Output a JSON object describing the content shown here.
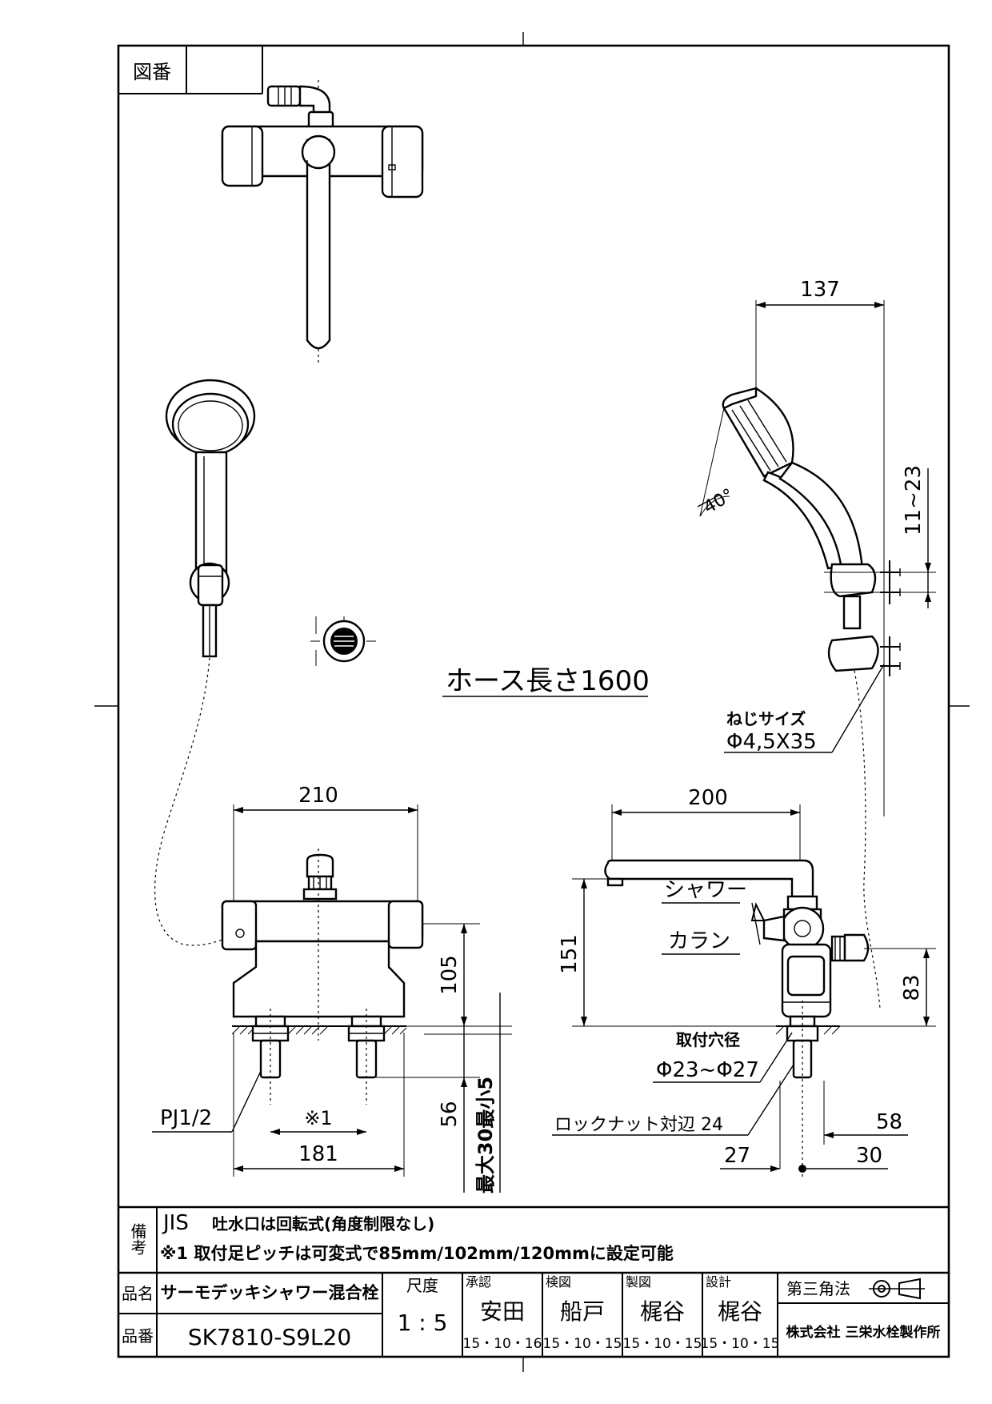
{
  "drawing_number_label": "図番",
  "drawing_number_value": "",
  "hose_length": "ホース長さ1600",
  "screw": {
    "label": "ねじサイズ",
    "size": "Φ4,5X35"
  },
  "angle": "40°",
  "dims": {
    "d137": "137",
    "d11_23": "11~23",
    "d210": "210",
    "d200": "200",
    "d105": "105",
    "d151": "151",
    "d83": "83",
    "d56": "56",
    "d181": "181",
    "pitch_mark": "※1",
    "pj": "PJ1/2",
    "min_max": "最大30最小5",
    "d58": "58",
    "d27": "27",
    "d30": "30",
    "locknut": "ロックナット対辺 24"
  },
  "labels": {
    "shower": "シャワー",
    "karan": "カラン",
    "hole_label": "取付穴径",
    "hole_size": "Φ23~Φ27"
  },
  "notes": {
    "label": "備考",
    "line1_a": "JIS",
    "line1_b": "吐水口は回転式(角度制限なし)",
    "line2": "※1  取付足ピッチは可変式で85mm/102mm/120mmに設定可能"
  },
  "title_block": {
    "name_label": "品名",
    "name_value": "サーモデッキシャワー混合栓",
    "number_label": "品番",
    "number_value": "SK7810-S9L20",
    "scale_label": "尺度",
    "scale_value": "1 : 5",
    "approval": {
      "label": "承認",
      "name": "安田",
      "date": "15・10・16"
    },
    "check": {
      "label": "検図",
      "name": "船戸",
      "date": "15・10・15"
    },
    "drawn": {
      "label": "製図",
      "name": "梶谷",
      "date": "15・10・15"
    },
    "design": {
      "label": "設計",
      "name": "梶谷",
      "date": "15・10・15"
    },
    "projection": "第三角法",
    "company": "株式会社 三栄水栓製作所"
  }
}
